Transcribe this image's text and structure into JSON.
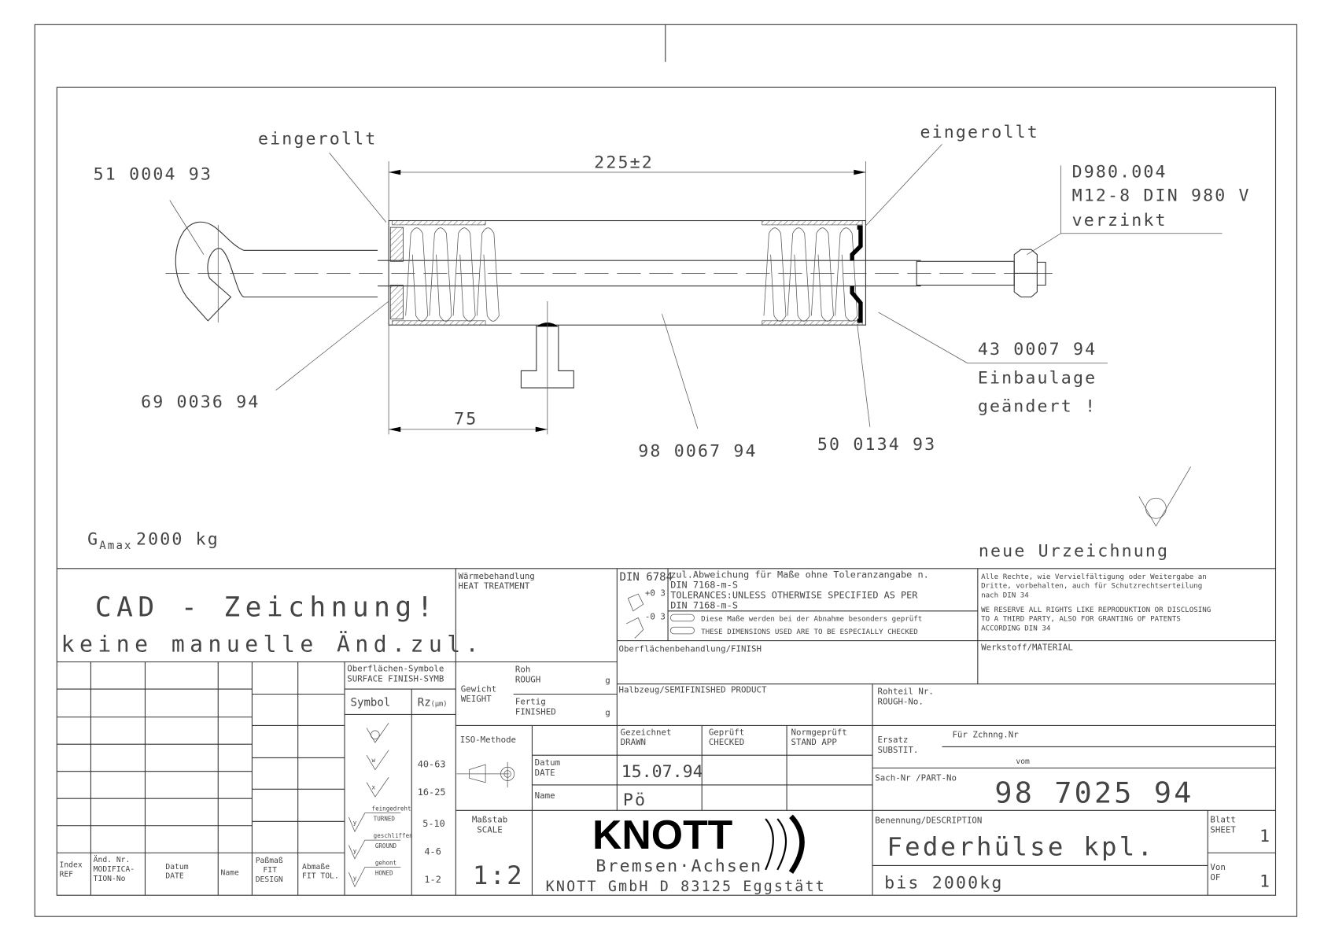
{
  "drawing": {
    "dim_length": "225±2",
    "dim_offset": "75",
    "label_rolled_left": "eingerollt",
    "label_rolled_right": "eingerollt",
    "part_hook": "51 0004 93",
    "part_washer": "69 0036 94",
    "part_tube": "98 0067 94",
    "part_seal": "50 0134 93",
    "part_disc": "43 0007 94",
    "note_installation_1": "Einbaulage",
    "note_installation_2": "geändert !",
    "nut_spec_1": "D980.004",
    "nut_spec_2": "M12-8 DIN 980 V",
    "nut_spec_3": "verzinkt",
    "load_G": "G",
    "load_sub": "Amax",
    "load_value": "2000 kg",
    "new_drawing_note": "neue Urzeichnung"
  },
  "title_block": {
    "cad_line1": "CAD - Zeichnung!",
    "cad_line2": "keine manuelle Änd.zul.",
    "heat_treatment_de": "Wärmebehandlung",
    "heat_treatment_en": "HEAT TREATMENT",
    "din": "DIN 6784",
    "tol_plus": "+0 3",
    "tol_minus": "-0 3",
    "tol_de_1": "zul.Abweichung für Maße ohne Toleranzangabe n.",
    "tol_de_2": "DIN 7168-m-S",
    "tol_en_1": "TOLERANCES:UNLESS OTHERWISE SPECIFIED  AS PER",
    "tol_en_2": "DIN 7168-m-S",
    "check_de": "Diese Maße werden bei der Abnahme besonders geprüft",
    "check_en": "THESE DIMENSIONS USED ARE TO BE ESPECIALLY CHECKED",
    "rights_de_1": "Alle Rechte, wie Vervielfältigung oder Weitergabe an",
    "rights_de_2": "Dritte, vorbehalten, auch für Schutzrechtserteilung",
    "rights_de_3": "nach DIN 34",
    "rights_en_1": "WE RESERVE ALL RIGHTS LIKE REPRODUKTION  OR DISCLOSING",
    "rights_en_2": "TO A THIRD PARTY, ALSO FOR GRANTING OF PATENTS",
    "rights_en_3": "ACCORDING DIN 34",
    "finish": "Oberflächenbehandlung/FINISH",
    "material": "Werkstoff/MATERIAL",
    "surface_symbols_de": "Oberflächen-Symbole",
    "surface_symbols_en": "SURFACE FINISH-SYMB",
    "symbol_header": "Symbol",
    "rz_header": "Rz",
    "rz_unit": "(µm)",
    "symbol_letters": [
      "w",
      "x",
      "y",
      "y",
      "y"
    ],
    "rz_values": [
      "40-63",
      "16-25",
      "5-10",
      "4-6",
      "1-2"
    ],
    "process_turned_de": "feingedreht",
    "process_turned_en": "TURNED",
    "process_ground_de": "geschliffen",
    "process_ground_en": "GROUND",
    "process_honed_de": "gehont",
    "process_honed_en": "HONED",
    "weight_de": "Gewicht",
    "weight_en": "WEIGHT",
    "rough_de": "Roh",
    "rough_en": "ROUGH",
    "finished_de": "Fertig",
    "finished_en": "FINISHED",
    "unit_g": "g",
    "semifinished": "Halbzeug/SEMIFINISHED PRODUCT",
    "rough_no_de": "Rohteil Nr.",
    "rough_no_en": "ROUGH-No.",
    "iso_method": "ISO-Methode",
    "drawn_de": "Gezeichnet",
    "drawn_en": "DRAWN",
    "checked_de": "Geprüft",
    "checked_en": "CHECKED",
    "std_de": "Normgeprüft",
    "std_en": "STAND  APP",
    "date_de": "Datum",
    "date_en": "DATE",
    "date_value": "15.07.94",
    "name_label": "Name",
    "name_value": "Pö",
    "subst_de": "Ersatz",
    "subst_en": "SUBSTIT.",
    "for_drawing": "Für Zchnng.Nr",
    "from": "vom",
    "part_no_label": "Sach-Nr /PART-No",
    "part_no": "98 7025 94",
    "scale_de": "Maßstab",
    "scale_en": "SCALE",
    "scale_value": "1:2",
    "logo_text": "KNOTT",
    "logo_sub": "Bremsen·Achsen",
    "company": "KNOTT GmbH  D 83125 Eggstätt",
    "description_label": "Benennung/DESCRIPTION",
    "description": "Federhülse kpl.",
    "description_2": "bis 2000kg",
    "sheet_de": "Blatt",
    "sheet_en": "SHEET",
    "sheet_value": "1",
    "of_de": "Von",
    "of_en": "OF",
    "of_value": "1",
    "rev_headers": {
      "index_de": "Index",
      "index_en": "REF",
      "mod_de": "Änd. Nr.",
      "mod_en1": "MODIFICA-",
      "mod_en2": "TION-No",
      "date_de": "Datum",
      "date_en": "DATE",
      "name": "Name",
      "fit_de": "Paßmaß",
      "fit_en1": "FIT",
      "fit_en2": "DESIGN",
      "tol_de": "Abmaße",
      "tol_en": "FIT TOL."
    }
  }
}
